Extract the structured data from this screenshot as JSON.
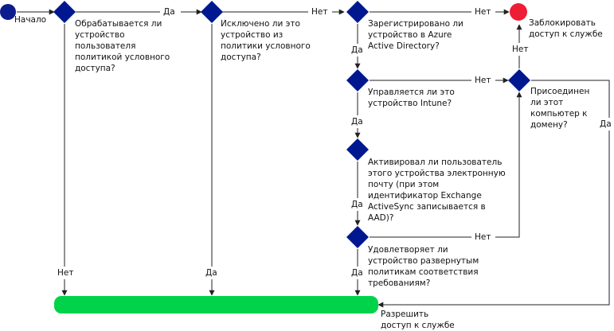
{
  "start_label": "Начало",
  "decisions": {
    "d1": "Обрабатывается ли устройство пользователя политикой условного доступа?",
    "d2": "Исключено ли это устройство из политики условного доступа?",
    "d3": "Зарегистрировано ли устройство в Azure Active Directory?",
    "d4": "Управляется ли это устройство Intune?",
    "d5": "Активировал ли пользователь этого устройства электронную почту (при этом идентификатор Exchange ActiveSync записывается в AAD)?",
    "d6": "Удовлетворяет ли устройство развернутым политикам соответствия требованиям?",
    "d7": "Присоединен ли этот компьютер к домену?"
  },
  "edge_labels": {
    "yes": "Да",
    "no": "Нет"
  },
  "block_label": "Заблокировать доступ к службе",
  "allow_label": "Разрешить доступ к службе",
  "colors": {
    "decision": "#00188f",
    "start": "#0d1c8c",
    "block": "#ee1c34",
    "allow": "#00d34a",
    "line": "#222222"
  }
}
